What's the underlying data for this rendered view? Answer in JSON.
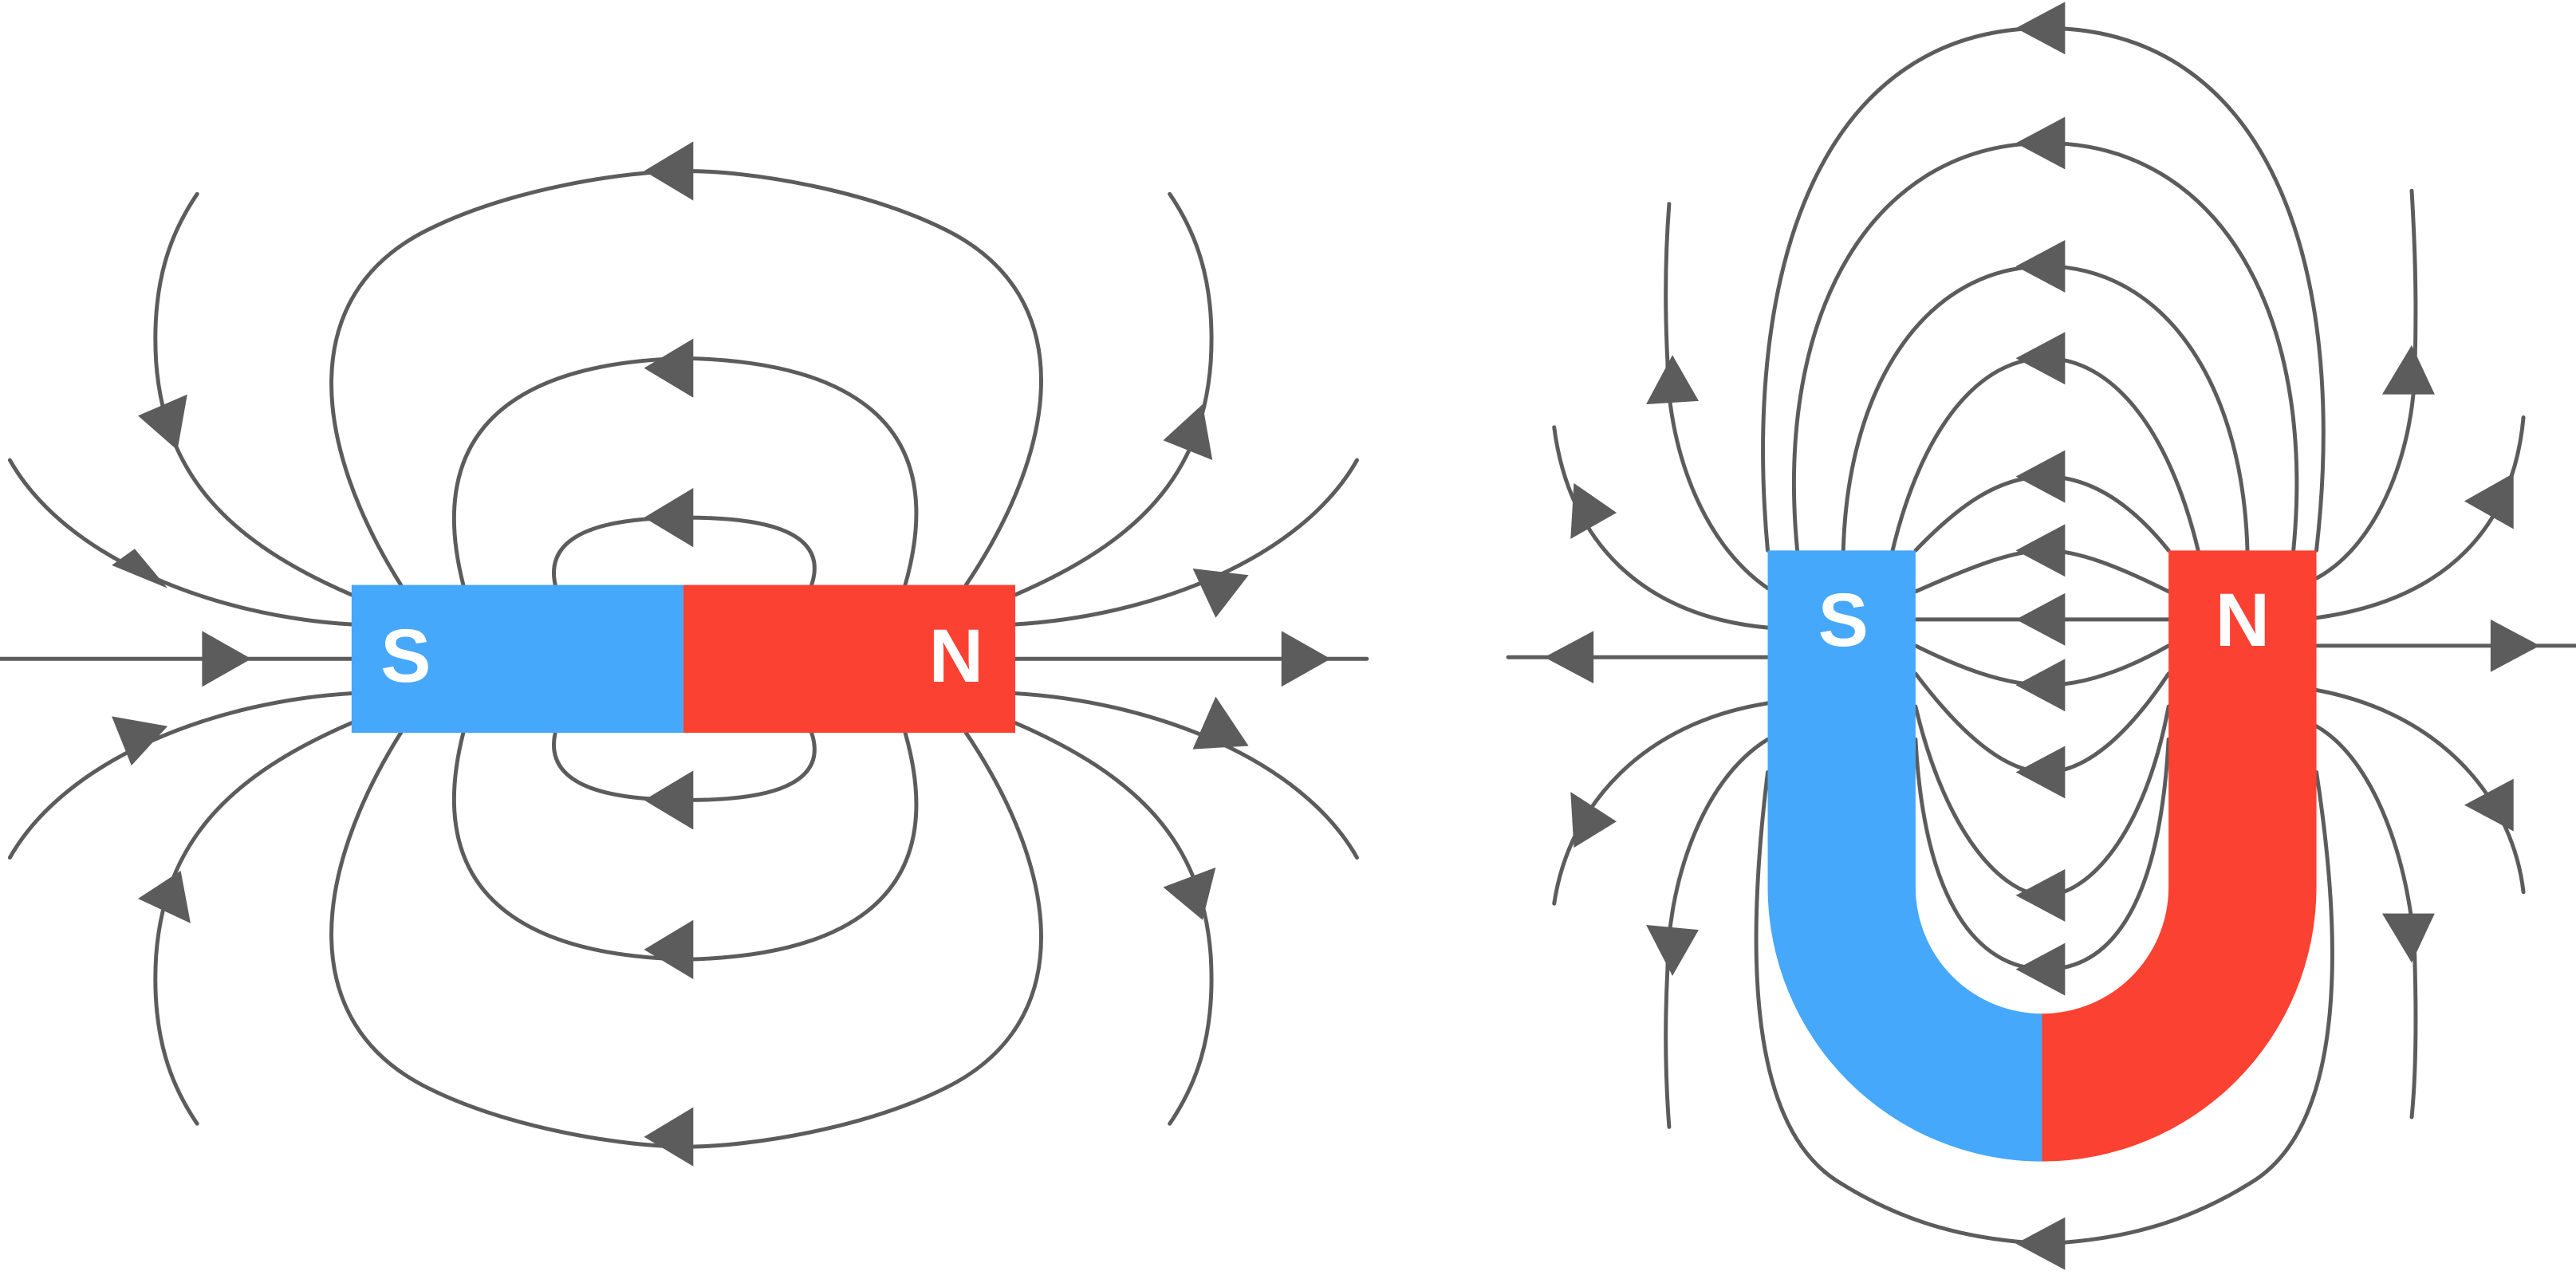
{
  "bar_magnet": {
    "south_label": "S",
    "north_label": "N",
    "south_color": "#45a8fb",
    "north_color": "#fb4132"
  },
  "horseshoe_magnet": {
    "south_label": "S",
    "north_label": "N",
    "south_color": "#45a8fb",
    "north_color": "#fb4132"
  },
  "field_line_color": "#5c5c5c",
  "icons": [
    "field-direction-arrow"
  ]
}
